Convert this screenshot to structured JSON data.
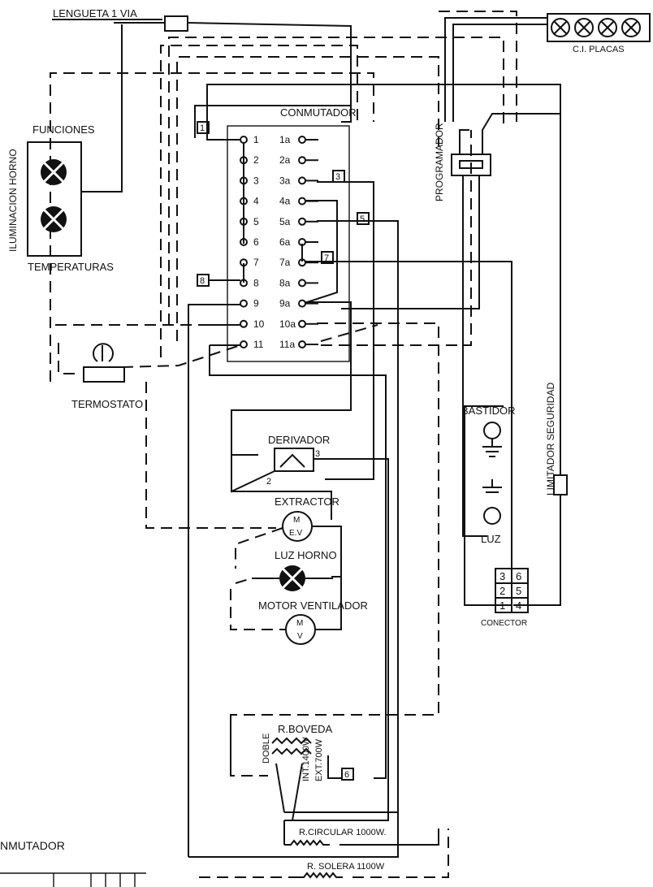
{
  "labels": {
    "tab": "LENGUETA 1 VIA",
    "plates": "C.I. PLACAS",
    "switch": "CONMUTADOR",
    "functions": "FUNCIONES",
    "oven_light_left": "ILUMINACION HORNO",
    "temperatures": "TEMPERATURAS",
    "programmer": "PROGRAMADOR",
    "thermostat": "TERMOSTATO",
    "frame": "BASTIDOR",
    "safety_limiter": "LIMITADOR SEGURIDAD",
    "light": "LUZ",
    "connector": "CONECTOR",
    "diverter": "DERIVADOR",
    "extractor": "EXTRACTOR",
    "oven_light": "LUZ HORNO",
    "fan_motor": "MOTOR VENTILADOR",
    "vault_resistor": "R.BOVEDA",
    "double": "DOBLE",
    "int_power": "INT.1400W",
    "ext_power": "EXT.700W",
    "circular_resistor": "R.CIRCULAR 1000W.",
    "floor_resistor": "R. SOLERA 1100W",
    "bottom_partial": "NMUTADOR",
    "motor_m": "M",
    "motor_ev": "E.V",
    "motor_v": "V",
    "diverter_3": "3",
    "diverter_2": "2"
  },
  "switch_left_terminals": [
    "1",
    "2",
    "3",
    "4",
    "5",
    "6",
    "7",
    "8",
    "9",
    "10",
    "11"
  ],
  "switch_right_terminals": [
    "1a",
    "2a",
    "3a",
    "4a",
    "5a",
    "6a",
    "7a",
    "8a",
    "9a",
    "10a",
    "11a"
  ],
  "box_tags": [
    "1",
    "3",
    "5",
    "7",
    "8",
    "6"
  ],
  "connector_pins": [
    "3",
    "6",
    "2",
    "5",
    "1",
    "4"
  ]
}
